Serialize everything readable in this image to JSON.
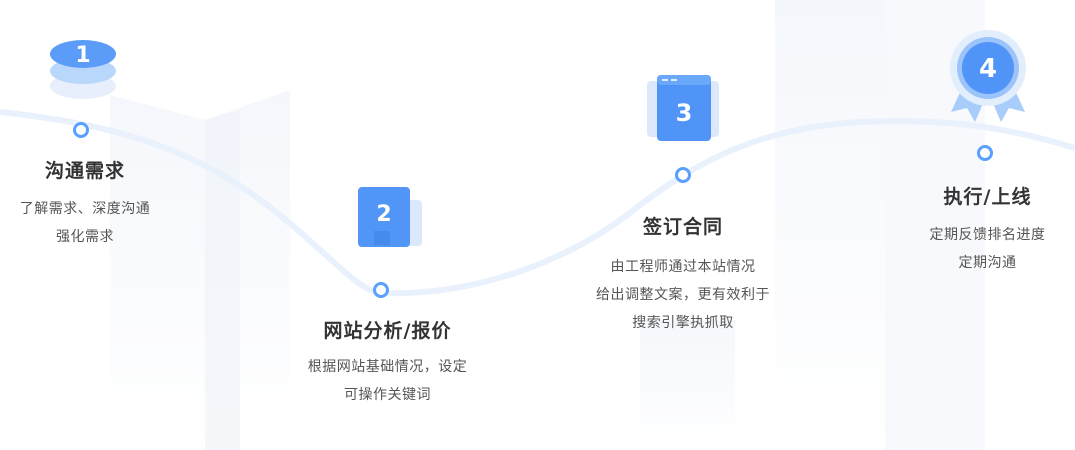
{
  "steps": [
    {
      "number": "1",
      "title": "沟通需求",
      "desc_line1": "了解需求、深度沟通",
      "desc_line2": "强化需求"
    },
    {
      "number": "2",
      "title": "网站分析/报价",
      "desc_line1": "根据网站基础情况，设定",
      "desc_line2": "可操作关键词"
    },
    {
      "number": "3",
      "title": "签订合同",
      "desc_line1": "由工程师通过本站情况",
      "desc_line2": "给出调整文案，更有效利于",
      "desc_line3": "搜索引擎执抓取"
    },
    {
      "number": "4",
      "title": "执行/上线",
      "desc_line1": "定期反馈排名进度",
      "desc_line2": "定期沟通"
    }
  ],
  "colors": {
    "accent": "#4f94f6",
    "accent_light": "#9cc6ff",
    "curve": "#e8f1fc",
    "text": "#333333"
  }
}
